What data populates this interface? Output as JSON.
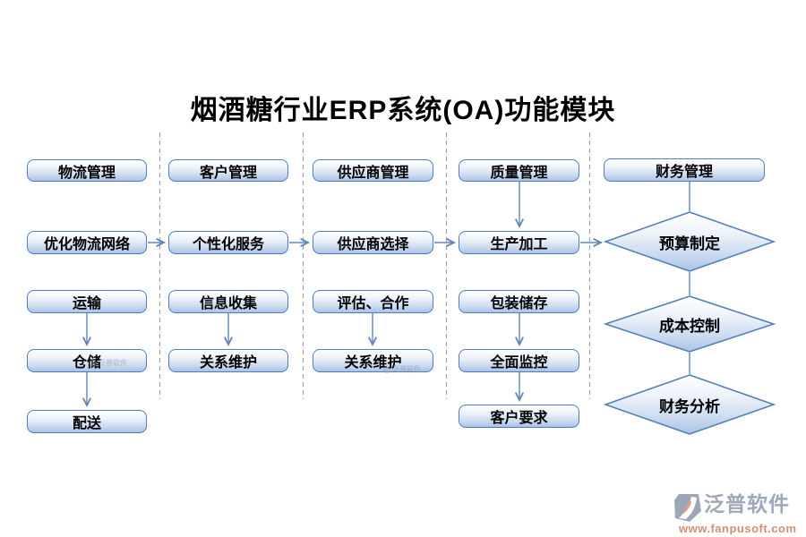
{
  "title": "烟酒糖行业ERP系统(OA)功能模块",
  "columns": [
    {
      "header": "物流管理",
      "items": [
        "优化物流网络",
        "运输",
        "仓储",
        "配送"
      ]
    },
    {
      "header": "客户管理",
      "items": [
        "个性化服务",
        "信息收集",
        "关系维护"
      ]
    },
    {
      "header": "供应商管理",
      "items": [
        "供应商选择",
        "评估、合作",
        "关系维护"
      ]
    },
    {
      "header": "质量管理",
      "items": [
        "生产加工",
        "包装储存",
        "全面监控",
        "客户要求"
      ]
    },
    {
      "header": "财务管理",
      "items": [
        "预算制定",
        "成本控制",
        "财务分析"
      ]
    }
  ],
  "brand": {
    "name": "泛普软件",
    "url": "www.fanpusoft.com"
  },
  "colors": {
    "box_border": "#4f7dba",
    "box_fill_top": "#ffffff",
    "box_fill_bottom": "#abc4e5",
    "connector": "#6285b8",
    "separator": "#a3a3a3",
    "brand_name": "#9aa4b6",
    "brand_url": "#cf8a6d"
  }
}
